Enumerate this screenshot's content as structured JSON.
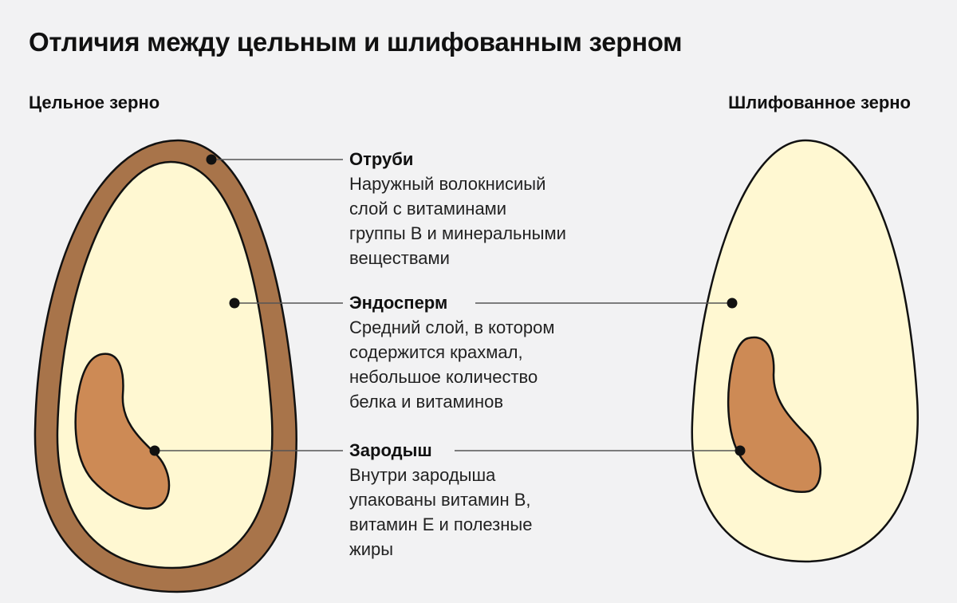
{
  "title": "Отличия между цельным и шлифованным зерном",
  "whole_grain": {
    "heading": "Цельное зерно"
  },
  "polished_grain": {
    "heading": "Шлифованное зерно"
  },
  "parts": [
    {
      "name": "Отруби",
      "description_lines": [
        "Наружный волокнисиый",
        "слой с витаминами",
        "группы В и минеральными",
        "веществами"
      ]
    },
    {
      "name": "Эндосперм",
      "description_lines": [
        "Средний слой, в котором",
        "содержится крахмал,",
        "небольшое количество",
        "белка и витаминов"
      ]
    },
    {
      "name": "Зародыш",
      "description_lines": [
        "Внутри зародыша",
        "упакованы витамин В,",
        "витамин Е и полезные",
        "жиры"
      ]
    }
  ],
  "colors": {
    "background": "#f2f2f3",
    "bran": "#a8744a",
    "endosperm": "#fff8d2",
    "germ": "#cd8a55",
    "outline": "#111111",
    "leader_line": "#555555"
  }
}
